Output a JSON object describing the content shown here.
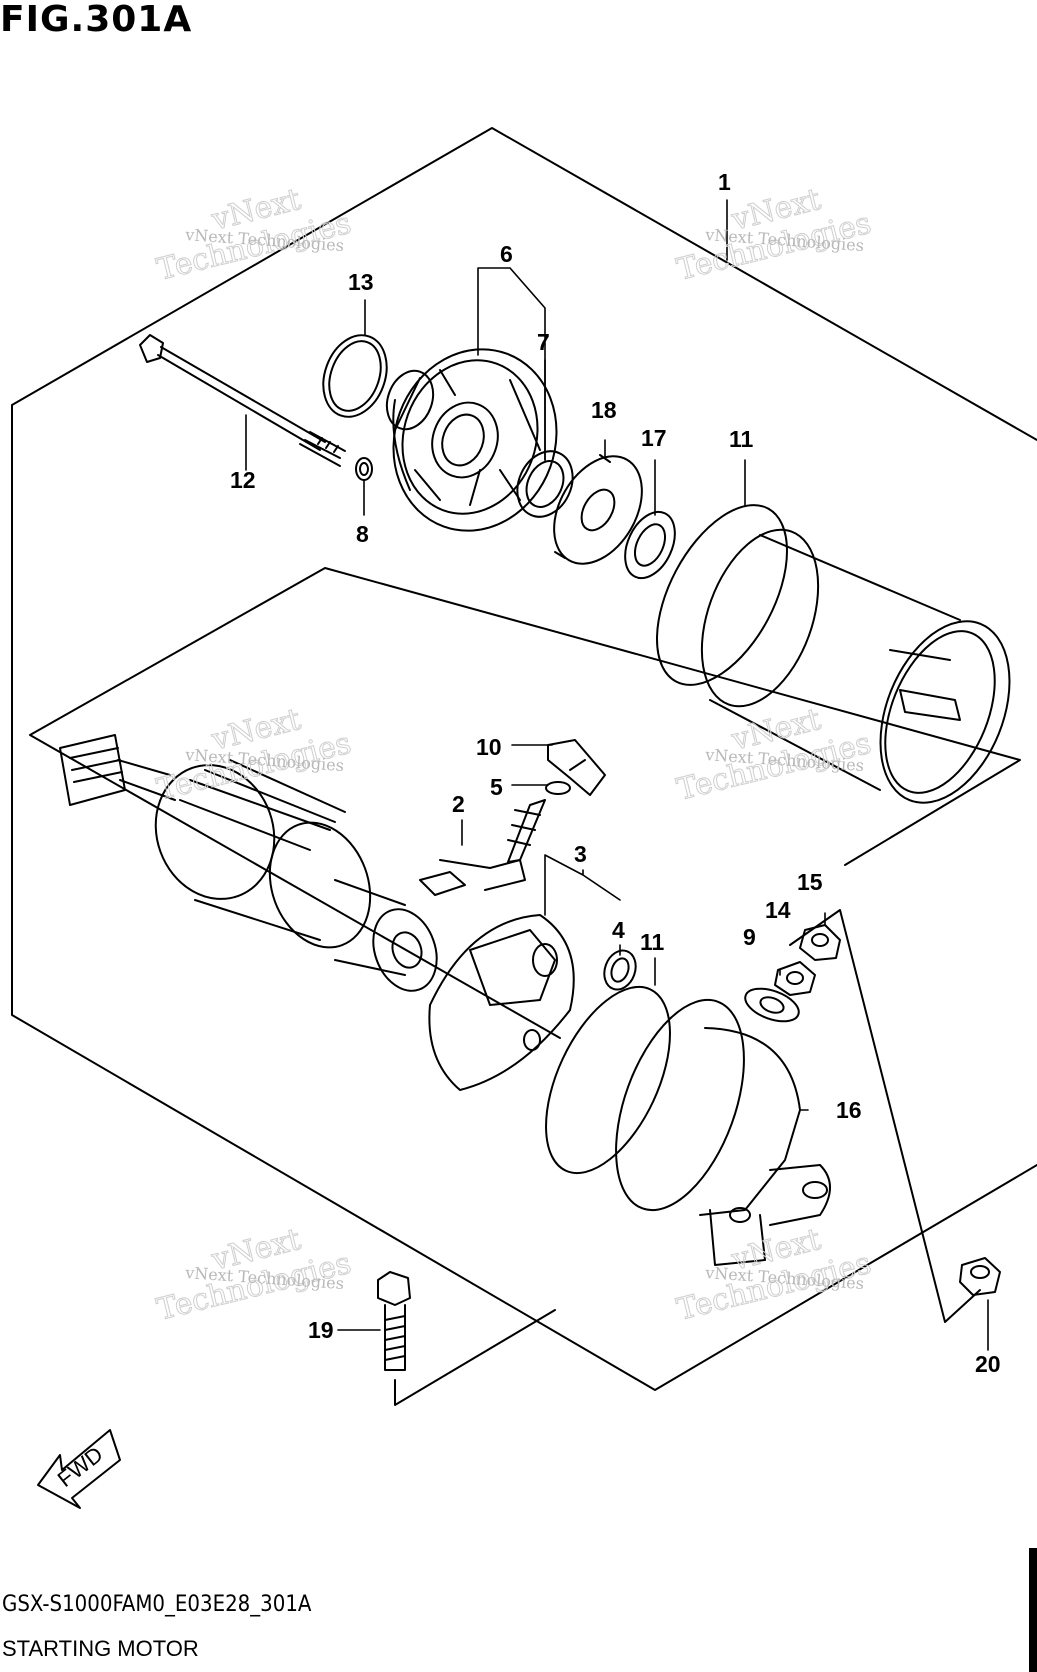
{
  "header": {
    "figure_title": "FIG.301A"
  },
  "footer": {
    "model_code": "GSX-S1000FAM0_E03E28_301A",
    "group_name": "STARTING MOTOR"
  },
  "fwd_arrow": {
    "label": "FWD"
  },
  "watermark": {
    "line1": "vNext Technologies",
    "line2": "vNext",
    "line3": "Technologies"
  },
  "callouts": {
    "c1": "1",
    "c2": "2",
    "c3": "3",
    "c4": "4",
    "c5": "5",
    "c6": "6",
    "c7": "7",
    "c8": "8",
    "c9": "9",
    "c10": "10",
    "c11a": "11",
    "c11b": "11",
    "c12": "12",
    "c13": "13",
    "c14": "14",
    "c15": "15",
    "c16": "16",
    "c17": "17",
    "c18": "18",
    "c19": "19",
    "c20": "20"
  }
}
